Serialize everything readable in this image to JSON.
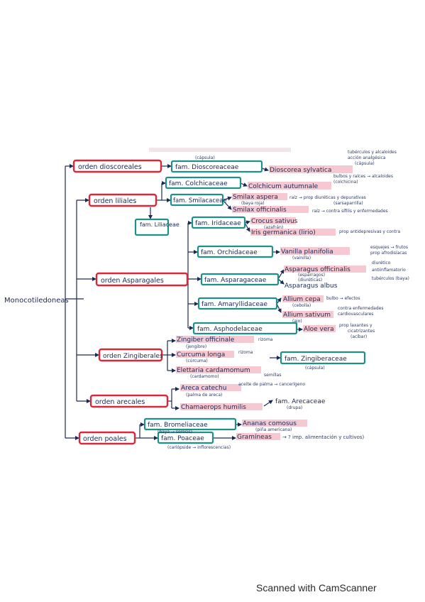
{
  "root": "Monocotiledoneas",
  "orders": {
    "dioscoreales": "orden dioscoreales",
    "liliales": "orden liliales",
    "asparagales": "orden Asparagales",
    "zingiberales": "orden Zingiberales",
    "arecales": "orden arecales",
    "poales": "orden poales"
  },
  "families": {
    "dioscoreaceae": "fam. Dioscoreaceae",
    "colchicaceae": "fam. Colchicaceae",
    "smilacaceae": "fam. Smilacaceae",
    "liliaceae": "fam. Liliaceae",
    "iridaceae": "fam. Iridaceae",
    "orchidaceae": "fam. Orchidaceae",
    "asparagaceae": "fam. Asparagaceae",
    "amaryllidaceae": "fam. Amaryllidaceae",
    "asphodelaceae": "fam. Asphodelaceae",
    "zingiberaceae": "fam. Zingiberaceae",
    "arecaceae": "fam. Arecaceae",
    "bromeliaceae": "fam. Bromeliaceae",
    "poaceae": "fam. Poaceae"
  },
  "species": {
    "dioscorea": "Dioscorea sylvatica",
    "colchicum": "Colchicum autumnale",
    "smilax_aspera": "Smilax aspera",
    "smilax_officinalis": "Smilax officinalis",
    "crocus": "Crocus sativus",
    "iris": "Iris germanica (lirio)",
    "vanilla": "Vanilla planifolia",
    "asparagus_off": "Asparagus officinalis",
    "asparagus_albus": "Asparagus albus",
    "allium_cepa": "Allium cepa",
    "allium_sativum": "Allium sativum",
    "aloe": "Aloe vera",
    "zingiber": "Zingiber officinale",
    "curcuma": "Curcuma longa",
    "elettaria": "Elettaria cardamomum",
    "areca": "Areca catechu",
    "chamaerops": "Chamaerops humilis",
    "ananas": "Ananas comosus",
    "gramineas": "Gramíneas"
  },
  "notes": {
    "capsula1": "(cápsula)",
    "dioscorea_note1": "tubérculos y alcaloides",
    "dioscorea_note2": "acción analgésica",
    "dioscorea_note3": "(cápsula)",
    "colchicum_note1": "bulbos y raíces → alcaloides",
    "colchicum_note2": "(colchicina)",
    "smilax_common": "(baya roja)",
    "smilax_note1": "raíz → prop diuréticas y depurativas",
    "smilax_note2": "(sarsaparrilla)",
    "smilax_note3": "raíz → contra sífilis y enfermedades",
    "crocus_note": "(azafrán)",
    "iris_note": "prop antidepresivas y contra",
    "vanilla_note1": "(vainilla)",
    "vanilla_note2": "esquejes → frutos",
    "vanilla_note3": "prop afrodisíacas",
    "asparagus_note1": "(espárragos)",
    "asparagus_note2": "(diuréticas)",
    "asparagus_note3": "diurético",
    "asparagus_note4": "antiinflamatorio",
    "asparagus_note5": "tubérculos (baya)",
    "allium_cepa_note1": "bulbo → efectos",
    "allium_cepa_note2": "(cebolla)",
    "allium_sativum_note1": "contra enfermedades",
    "allium_sativum_note2": "cardiovasculares",
    "allium_sativum_note3": "(ajo)",
    "aloe_note1": "prop laxantes y",
    "aloe_note2": "cicatrizantes",
    "aloe_note3": "(acíbar)",
    "zingiber_note": "(jengibre)",
    "rizoma1": "rizoma",
    "rizoma2": "rizoma",
    "curcuma_note": "(cúrcuma)",
    "elettaria_note1": "(cardamomo)",
    "elettaria_note2": "semillas",
    "zingiberaceae_note": "(cápsula)",
    "areca_note1": "(palma de areca)",
    "areca_note2": "aceite de palma → cancerígeno",
    "arecaceae_note": "(drupa)",
    "ananas_note1": "(piña americana)",
    "bromeliaceae_note": "(baya → sorosis)",
    "poaceae_note": "(cariópside → inflorescencias)",
    "gramineas_note": "→ ? imp. alimentación y cultivos)"
  },
  "footer": "Scanned with CamScanner",
  "colors": {
    "order_box": "#d8283a",
    "family_box": "#1f8f8a",
    "ink": "#1a2a55",
    "highlight": "#f6c9d2"
  }
}
